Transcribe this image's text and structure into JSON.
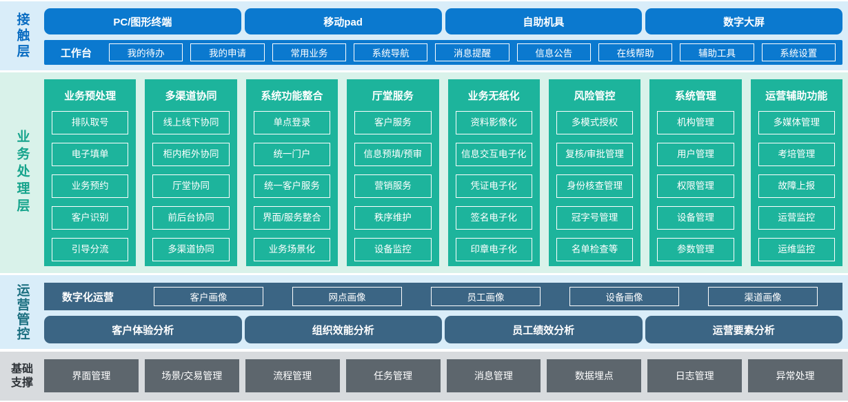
{
  "colors": {
    "primary_blue": "#0b79cf",
    "teal": "#1db49c",
    "slate_blue": "#3b6584",
    "dark_gray": "#5d666d",
    "band_light_blue": "#d9edf9",
    "band_light_green": "#d9f2ea",
    "band_light_gray": "#d8dbde"
  },
  "contact_layer": {
    "label": "接触层",
    "terminals": [
      "PC/图形终端",
      "移动pad",
      "自助机具",
      "数字大屏"
    ],
    "workbench_label": "工作台",
    "workbench_items": [
      "我的待办",
      "我的申请",
      "常用业务",
      "系统导航",
      "消息提醒",
      "信息公告",
      "在线帮助",
      "辅助工具",
      "系统设置"
    ]
  },
  "business_layer": {
    "label": "业务处理层",
    "columns": [
      {
        "title": "业务预处理",
        "items": [
          "排队取号",
          "电子填单",
          "业务预约",
          "客户识别",
          "引导分流"
        ]
      },
      {
        "title": "多渠道协同",
        "items": [
          "线上线下协同",
          "柜内柜外协同",
          "厅堂协同",
          "前后台协同",
          "多渠道协同"
        ]
      },
      {
        "title": "系统功能整合",
        "items": [
          "单点登录",
          "统一门户",
          "统一客户服务",
          "界面/服务整合",
          "业务场景化"
        ]
      },
      {
        "title": "厅堂服务",
        "items": [
          "客户服务",
          "信息预填/预审",
          "营销服务",
          "秩序维护",
          "设备监控"
        ]
      },
      {
        "title": "业务无纸化",
        "items": [
          "资料影像化",
          "信息交互电子化",
          "凭证电子化",
          "签名电子化",
          "印章电子化"
        ]
      },
      {
        "title": "风险管控",
        "items": [
          "多模式授权",
          "复核/审批管理",
          "身份核查管理",
          "冠字号管理",
          "名单检查等"
        ]
      },
      {
        "title": "系统管理",
        "items": [
          "机构管理",
          "用户管理",
          "权限管理",
          "设备管理",
          "参数管理"
        ]
      },
      {
        "title": "运营辅助功能",
        "items": [
          "多媒体管理",
          "考培管理",
          "故障上报",
          "运营监控",
          "运维监控"
        ]
      }
    ]
  },
  "operation_layer": {
    "label": "运营管控",
    "digital_label": "数字化运营",
    "portraits": [
      "客户画像",
      "网点画像",
      "员工画像",
      "设备画像",
      "渠道画像"
    ],
    "analyses": [
      "客户体验分析",
      "组织效能分析",
      "员工绩效分析",
      "运营要素分析"
    ]
  },
  "foundation_layer": {
    "label": "基础\n支撑",
    "items": [
      "界面管理",
      "场景/交易管理",
      "流程管理",
      "任务管理",
      "消息管理",
      "数据埋点",
      "日志管理",
      "异常处理"
    ]
  }
}
